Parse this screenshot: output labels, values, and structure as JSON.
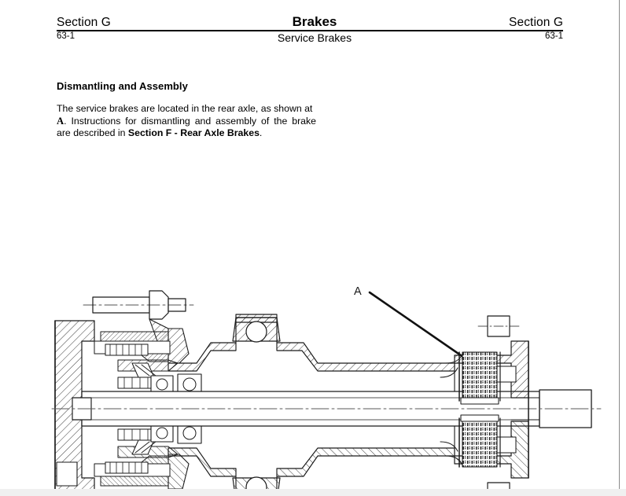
{
  "page": {
    "header": {
      "left_section": "Section G",
      "center_title": "Brakes",
      "right_section": "Section G",
      "left_page_number": "63-1",
      "center_subtitle": "Service Brakes",
      "right_page_number": "63-1"
    },
    "content": {
      "heading": "Dismantling and Assembly",
      "paragraph_line1": "The service brakes are located in the rear axle, as shown at",
      "paragraph_line2_mark": "A",
      "paragraph_line2": ". Instructions for dismantling and assembly of the brake",
      "paragraph_line3_prefix": "are  described in ",
      "paragraph_line3_bold": "Section F - Rear Axle Brakes",
      "paragraph_line3_suffix": "."
    },
    "figure": {
      "callout_label": "A",
      "caption": ""
    },
    "colors": {
      "ink": "#000000",
      "line": "#1a1a1a",
      "page_background": "#ffffff",
      "page_border": "#8a8a8a",
      "bottom_strip": "#f0f0f0"
    }
  }
}
